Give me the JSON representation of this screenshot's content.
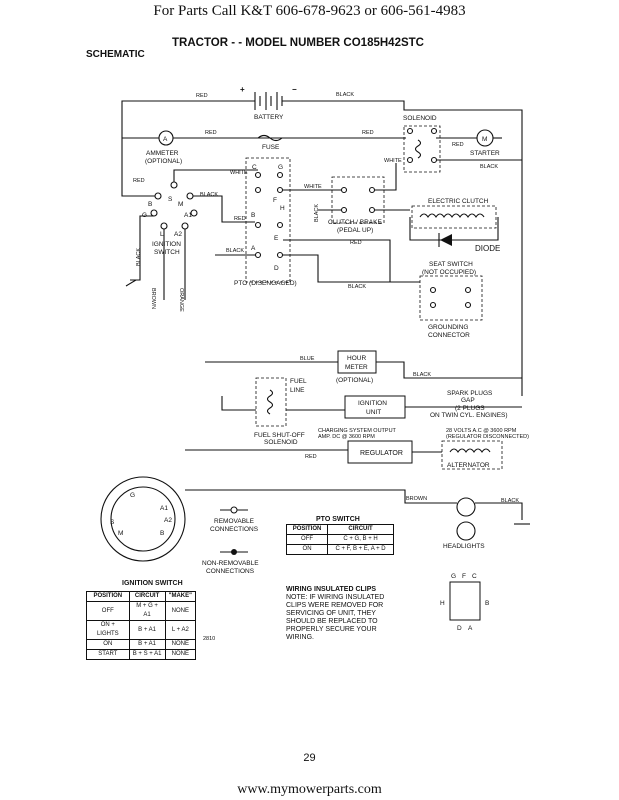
{
  "header": {
    "call_text": "For Parts Call K&T 606-678-9623 or 606-561-4983"
  },
  "title": "TRACTOR - - MODEL NUMBER CO185H42STC",
  "schematic_label": "SCHEMATIC",
  "labels": {
    "battery": "BATTERY",
    "battery_pos": "+",
    "battery_neg": "−",
    "red": "RED",
    "black": "BLACK",
    "white": "WHITE",
    "blue": "BLUE",
    "brown": "BROWN",
    "orange": "ORANGE",
    "solenoid": "SOLENOID",
    "starter": "STARTER",
    "starter_m": "M",
    "ammeter": "AMMETER",
    "ammeter_optional": "(OPTIONAL)",
    "ammeter_a": "A",
    "fuse": "FUSE",
    "electric_clutch": "ELECTRIC CLUTCH",
    "clutch_brake": "CLUTCH / BRAKE",
    "pedal_up": "(PEDAL UP)",
    "diode": "DIODE",
    "ignition_switch": "IGNITION",
    "ignition_switch2": "SWITCH",
    "pto_disengaged": "PTO (DISENGAGED)",
    "seat_switch": "SEAT SWITCH",
    "not_occupied": "(NOT OCCUPIED)",
    "grounding": "GROUNDING",
    "connector": "CONNECTOR",
    "hour_meter1": "HOUR",
    "hour_meter2": "METER",
    "optional": "(OPTIONAL)",
    "fuel_line1": "FUEL",
    "fuel_line2": "LINE",
    "ignition_unit1": "IGNITION",
    "ignition_unit2": "UNIT",
    "spark_plugs1": "SPARK PLUGS",
    "spark_plugs2": "GAP",
    "spark_plugs3": "(2 PLUGS",
    "spark_plugs4": "ON TWIN CYL. ENGINES)",
    "fuel_shutoff1": "FUEL SHUT-OFF",
    "fuel_shutoff2": "SOLENOID",
    "charging_sys1": "CHARGING SYSTEM OUTPUT",
    "charging_sys2": "AMP. DC @ 3600 RPM",
    "volts_ac1": "28 VOLTS A.C @ 3600 RPM",
    "volts_ac2": "(REGULATOR DISCONNECTED)",
    "regulator": "REGULATOR",
    "alternator": "ALTERNATOR",
    "headlights": "HEADLIGHTS",
    "removable1": "REMOVABLE",
    "removable2": "CONNECTIONS",
    "nonremovable1": "NON-REMOVABLE",
    "nonremovable2": "CONNECTIONS",
    "code": "2810",
    "term_B": "B",
    "term_S": "S",
    "term_M": "M",
    "term_G": "G",
    "term_L": "L",
    "term_A1": "A1",
    "term_A2": "A2",
    "pto_C": "C",
    "pto_G": "G",
    "pto_F": "F",
    "pto_H": "H",
    "pto_B": "B",
    "pto_E": "E",
    "pto_A": "A",
    "pto_D": "D",
    "conn_G": "G",
    "conn_F": "F",
    "conn_C": "C",
    "conn_H": "H",
    "conn_B": "B",
    "conn_D": "D",
    "conn_A": "A"
  },
  "pto_switch": {
    "title": "PTO SWITCH",
    "headers": [
      "POSITION",
      "CIRCUIT"
    ],
    "rows": [
      [
        "OFF",
        "C + G, B + H"
      ],
      [
        "ON",
        "C + F, B + E, A + D"
      ]
    ]
  },
  "ignition_table": {
    "title": "IGNITION SWITCH",
    "headers": [
      "POSITION",
      "CIRCUIT",
      "\"MAKE\""
    ],
    "rows": [
      [
        "OFF",
        "M + G + A1",
        "NONE"
      ],
      [
        "ON + LIGHTS",
        "B + A1",
        "L + A2"
      ],
      [
        "ON",
        "B + A1",
        "NONE"
      ],
      [
        "START",
        "B + S + A1",
        "NONE"
      ]
    ]
  },
  "clips_note": {
    "title": "WIRING INSULATED CLIPS",
    "body": "NOTE: IF WIRING INSULATED CLIPS WERE REMOVED FOR SERVICING OF UNIT, THEY SHOULD BE REPLACED TO PROPERLY SECURE YOUR WIRING."
  },
  "page_number": "29",
  "footer_url": "www.mymowerparts.com"
}
